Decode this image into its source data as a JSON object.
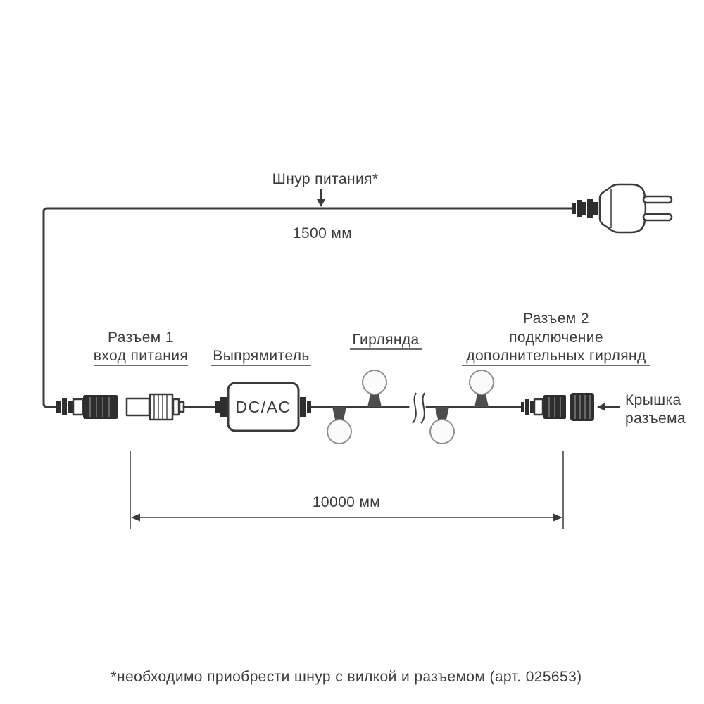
{
  "palette": {
    "line": "#3a3a3a",
    "dark-fill": "#2e2e2e",
    "mid-fill": "#4d4d4d",
    "bulb-fill": "#fbfbfb",
    "bulb-stroke": "#8f8f8f",
    "text": "#3c3c3c",
    "bg": "#ffffff"
  },
  "annotations": {
    "power_cord": {
      "label": "Шнур питания*",
      "length": "1500 мм"
    },
    "connector1": {
      "line1": "Разъем 1",
      "line2": "вход питания"
    },
    "rectifier": {
      "label": "Выпрямитель",
      "box_text": "DC/AC"
    },
    "garland": {
      "label": "Гирлянда",
      "length": "10000 мм"
    },
    "connector2": {
      "line1": "Разъем 2",
      "line2": "подключение",
      "line3": "дополнительных гирлянд"
    },
    "cap": {
      "line1": "Крышка",
      "line2": "разъема"
    },
    "footnote": "*необходимо приобрести шнур с вилкой и разъемом (арт. 025653)"
  }
}
